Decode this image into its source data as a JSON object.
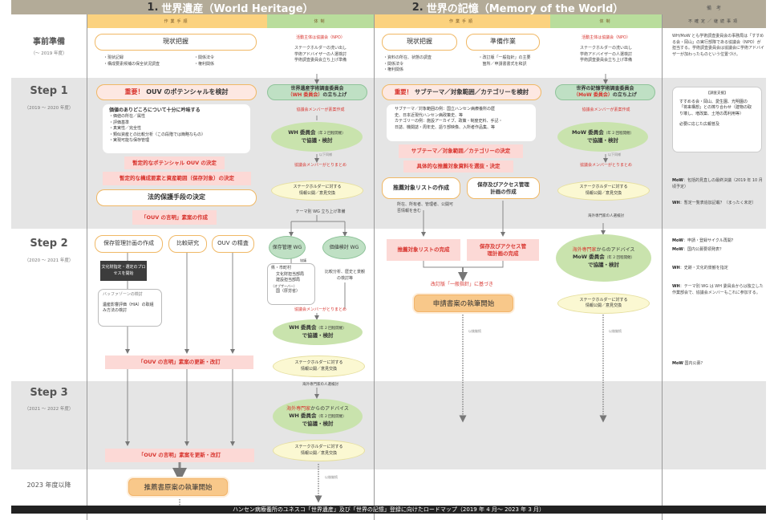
{
  "header": {
    "wh_num": "1.",
    "wh_title": "世界遺産（World Heritage）",
    "mow_num": "2.",
    "mow_title": "世界の記憶（Memory of the World）",
    "notes_title": "備　考",
    "wh_procedure": "作業手順",
    "wh_system": "体制",
    "mow_procedure": "作業手順",
    "mow_system": "体制",
    "notes_sub": "不確定／継続事項"
  },
  "rows": {
    "prep": {
      "label": "事前準備",
      "years": "（～ 2019 年度）"
    },
    "step1": {
      "label": "Step 1",
      "years": "（2019 ～ 2020 年度）"
    },
    "step2": {
      "label": "Step 2",
      "years": "（2020 ～ 2021 年度）"
    },
    "step3": {
      "label": "Step 3",
      "years": "（2021 ～ 2022 年度）"
    },
    "after": {
      "label": "2023 年度以降"
    }
  },
  "wh": {
    "prep_box": "現状把握",
    "prep_bullets_left": [
      "・現状記録",
      "・構成要素候補の保全状況調査"
    ],
    "prep_bullets_right": [
      "・関係法令",
      "・権利関係"
    ],
    "prep_sys_red": "活動主体は協議会（NPO）",
    "prep_sys_lines": [
      "ステークホルダーの洗い出し",
      "学術アドバイザーの人選検討",
      "学術調査委員会立ち上げ準備"
    ],
    "s1_important": "重要！",
    "s1_box": "OUV のポテンシャルを検討",
    "s1_heading": "価値のありどころについて十分に吟味する",
    "s1_bullets": [
      "・価値の所在／属性",
      "・評価基準",
      "・真実性／完全性",
      "・類似資産との比較分析（この段階では簡略なもの）",
      "・実現可能な保存管理"
    ],
    "s1_decision1": "暫定的なポテンシャル OUV の決定",
    "s1_decision2": "暫定的な構成要素と資産範囲（保存対象）の決定",
    "s1_legal": "法的保護手段の決定",
    "s1_ouv_draft": "「OUV の言明」素案の作成",
    "s1_sys_committee": "世界遺産学術調査委員会",
    "s1_sys_committee_abbr": "（WH 委員会）",
    "s1_sys_committee_tail": "の立ち上げ",
    "s1_sys_draft": "協議会メンバーが素案作成",
    "committee_name": "WH 委員会",
    "committee_freq": "（年 2 回程開催）",
    "committee_action": "で協議・検討",
    "same_below": "以下同様",
    "s1_sys_summary": "協議会メンバーがとりまとめ",
    "stakeholder_1": "ステークホルダーに対する",
    "stakeholder_2": "情報公開／意見交換",
    "s1_sys_wg_prep": "テーマ別 WG 立ち上げ準備",
    "s2_box1": "保存管理計画の作成",
    "s2_box2": "比較研究",
    "s2_box3": "OUV の精査",
    "s2_dark": "文化財指定・選定のプロセスを開始",
    "s2_buffer": "バッファゾーンの検討",
    "s2_hia": "遺産影響評価（HIA）の取組み方法の検討",
    "s2_ouv_update": "「OUV の言明」素案の更新・改訂",
    "s2_wg1": "保存管理 WG",
    "s2_wg2": "価値検討 WG",
    "s2_kyogi": "協議",
    "s2_wg1_members": [
      "県・市町村",
      "文化財担当部局",
      "建設担当部局",
      "（オブザーバー）",
      "国（厚労省）"
    ],
    "s2_wg2_desc": "比較分析、歴史と景観の検討等",
    "s2_sys_summary": "協議会メンバーがとりまとめ",
    "s3_ouv_update": "「OUV の言明」素案を更新・改訂",
    "s3_sys_expert_select": "海外専門家の人選検討",
    "s3_expert_red": "海外専門家",
    "s3_expert_tail": "からのアドバイス",
    "after_box": "推薦書原案の執筆開始",
    "continue": "以後継続"
  },
  "mow": {
    "prep_box1": "現状把握",
    "prep_box2": "準備作業",
    "prep_bullets_left": [
      "・資料の所在、状態の調査",
      "・関係法令",
      "・権利関係"
    ],
    "prep_bullets_right": [
      "・改訂版「一般指針」の主要",
      "箇所／申請書書式を和訳"
    ],
    "prep_sys_red": "活動主体は協議会（NPO）",
    "prep_sys_lines": [
      "ステークホルダーの洗い出し",
      "学術アドバイザーの人選検討",
      "学術調査委員会立ち上げ準備"
    ],
    "s1_important": "重要！",
    "s1_box": "サブテーマ／対象範囲／カテゴリーを検討",
    "s1_desc": [
      "サブテーマ／対象範囲の例：国立ハンセン病療養所の歴",
      "史、日本近現代ハンセン病政策史、等",
      "カテゴリーの例：施設アーカイブ、政策・制度史料、手記・",
      "日誌、機関誌・周年史、語り部映像、入所者作品集、等"
    ],
    "s1_decision1": "サブテーマ／対象範囲／カテゴリーの決定",
    "s1_decision2": "具体的な推薦対象資料を選抜・決定",
    "s1_list": "推薦対象リストの作成",
    "s1_access": "保存及びアクセス管理計画の作成",
    "s1_list_note": "所在、所有者、管理者、公開可否情報を含む",
    "s1_sys_committee": "世界の記憶学術調査委員会",
    "s1_sys_committee_abbr": "（MoW 委員会）",
    "s1_sys_committee_tail": "の立ち上げ",
    "s1_sys_draft": "協議会メンバーが素案作成",
    "committee_name": "MoW 委員会",
    "committee_freq": "（年 2 回程開催）",
    "committee_action": "で協議・検討",
    "same_below": "以下同様",
    "s1_sys_summary": "協議会メンバーがとりまとめ",
    "stakeholder_1": "ステークホルダーに対する",
    "stakeholder_2": "情報公開／意見交換",
    "s1_sys_expert_select": "海外専門家の人選検討",
    "s2_list_done": "推薦対象リストの完成",
    "s2_access_done": "保存及びアクセス管理計画の完成",
    "s2_basis": "改訂版「一般指針」に基づき",
    "s2_draft": "申請書案の執筆開始",
    "s2_expert_red": "海外専門家",
    "s2_expert_tail": "からのアドバイス",
    "continue": "以後継続"
  },
  "notes": {
    "prep": "WH/MoW とも学術調査委員会の事務局は「すすめる会・岡山」の実行部隊である協議会（NPO）が担当する。学術調査委員会は協議会に学術アドバイザーが加わったものという位置づけ。",
    "support_title": "【調査支援】",
    "support_body": "すすめる会・岡山、愛生園、光明園の「将来構想」との擦り合わせ（建物の取り壊し、増改築、土地の再利用等）",
    "support_pr": "必要に応じた広報普及",
    "s1_mow_tag": "MoW",
    "s1_mow": "：包括的見直しの最終決議（2019 年 10 月頃予定）",
    "s1_wh_tag": "WH",
    "s1_wh": "：暫定一覧表追加記載？（まったく未定）",
    "s2_mow1_tag": "MoW",
    "s2_mow1": "：申請・登録サイクル再開？",
    "s2_mow2_tag": "MoW",
    "s2_mow2": "：国内公募要領発表？",
    "s2_wh1_tag": "WH",
    "s2_wh1": "：史跡・文化的景観を指定",
    "s2_wh2_tag": "WH",
    "s2_wh2": "：テーマ別 WG は WH 委員会からは独立した作業部会で、協議会メンバーもこれに参加する。",
    "s2_mow3_tag": "MoW",
    "s2_mow3": "国内公募？"
  },
  "footer": {
    "title": "ハンセン病療養所のユネスコ「世界遺産」及び「世界の記憶」登録に向けたロードマップ（2019 年 4 月～ 2023 年 3 月）"
  },
  "colors": {
    "header": "#b3ab98",
    "procedure": "#fbd27f",
    "system": "#b9dd9c",
    "accent_red": "#d8352f",
    "committee_green": "#c9e3ad",
    "stakeholder_yellow": "#fbf8d2",
    "step_grey": "#e5e5e5"
  }
}
